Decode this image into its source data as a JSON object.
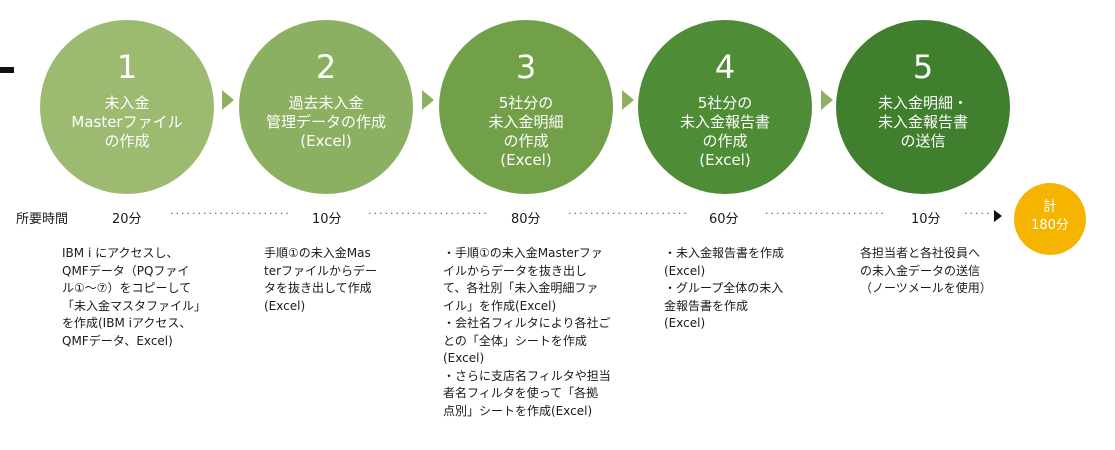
{
  "steps": [
    {
      "number": "1",
      "title": "未入金\nMasterファイル\nの作成",
      "color": "#9dba71"
    },
    {
      "number": "2",
      "title": "過去未入金\n管理データの作成\n(Excel)",
      "color": "#8cb061"
    },
    {
      "number": "3",
      "title": "5社分の\n未入金明細\nの作成\n(Excel)",
      "color": "#72a049"
    },
    {
      "number": "4",
      "title": "5社分の\n未入金報告書\nの作成\n(Excel)",
      "color": "#4e8c35"
    },
    {
      "number": "5",
      "title": "未入金明細・\n未入金報告書\nの送信",
      "color": "#3f7f2d"
    }
  ],
  "time_label": "所要時間",
  "times": [
    "20分",
    "10分",
    "80分",
    "60分",
    "10分"
  ],
  "total": {
    "line1": "計",
    "line2": "180分",
    "color": "#f4b400"
  },
  "descriptions": [
    "IBM i にアクセスし、\nQMFデータ（PQファイ\nル①〜⑦）をコピーして\n「未入金マスタファイル」\nを作成(IBM iアクセス、\nQMFデータ、Excel)",
    "手順①の未入金Mas\nterファイルからデー\nタを抜き出して作成\n(Excel)",
    "・手順①の未入金Masterファ\n イルからデータを抜き出し\n て、各社別「未入金明細ファ\n イル」を作成(Excel)\n・会社名フィルタにより各社ご\n との「全体」シートを作成\n (Excel)\n・さらに支店名フィルタや担当\n 者名フィルタを使って「各拠\n 点別」シートを作成(Excel)",
    "・未入金報告書を作成\n (Excel)\n・グループ全体の未入\n 金報告書を作成\n (Excel)",
    "各担当者と各社役員へ\nの未入金データの送信\n（ノーツメールを使用）"
  ]
}
